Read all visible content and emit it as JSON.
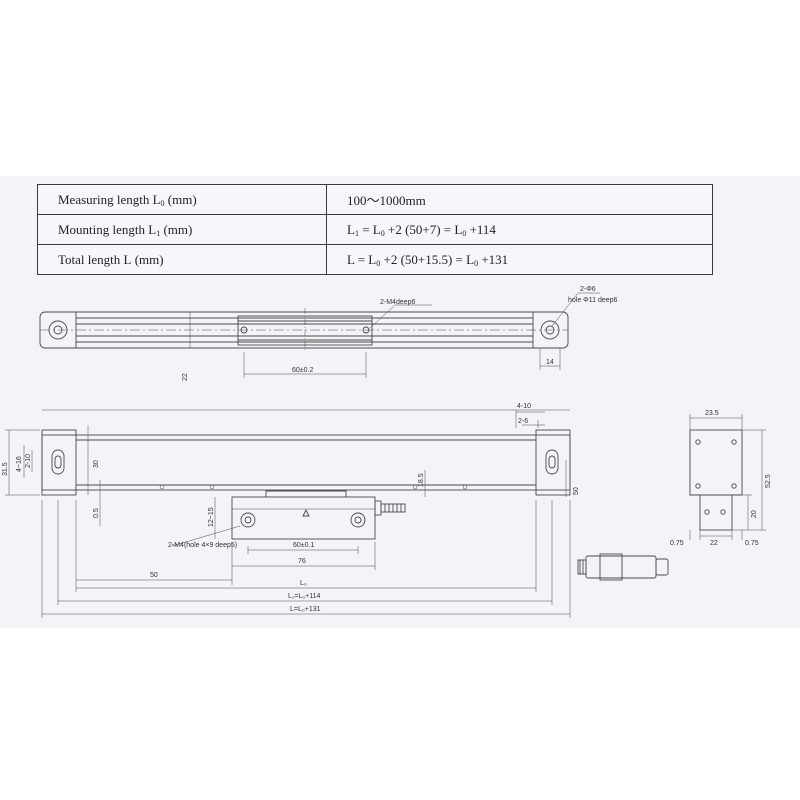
{
  "table": {
    "rows": [
      {
        "label_main": "Measuring length L",
        "label_sub": "0",
        "label_unit": " (mm)",
        "value": "100～1000mm"
      },
      {
        "label_main": "Mounting length L",
        "label_sub": "1",
        "label_unit": " (mm)",
        "value_parts": [
          "L",
          "1",
          " = L",
          "0",
          " +2 (50+7) = L",
          "0",
          " +114"
        ]
      },
      {
        "label_main": "Total length L",
        "label_sub": "",
        "label_unit": " (mm)",
        "value_parts": [
          "L = L",
          "0",
          " +2 (50+15.5) = L",
          "0",
          " +131"
        ]
      }
    ]
  },
  "drawing": {
    "top_view": {
      "callout_m4": "2-M4deep6",
      "callout_hole_1": "2-Φ6",
      "callout_hole_2": "hole Φ11 deep6",
      "dim_22": "22",
      "dim_60": "60±0.2",
      "dim_14": "14"
    },
    "front_view": {
      "dim_4_10": "4-10",
      "dim_2_6": "2-6",
      "dim_31_5": "31.5",
      "dim_4_16": "4~16",
      "dim_2_10": "2-10",
      "dim_30": "30",
      "dim_0_5": "0.5",
      "dim_12_15": "12~15",
      "dim_18_5": "18.5",
      "dim_50v": "50",
      "dim_76": "76",
      "dim_60s": "60±0.1",
      "callout_bottom": "2-M4(hole 4×9 deep5)",
      "dim_50": "50",
      "dim_L0": "L₀",
      "dim_L1": "L₁=L₀+114",
      "dim_L": "L=L₀+131"
    },
    "side_view": {
      "dim_23_5": "23.5",
      "dim_52_5": "52.5",
      "dim_20": "20",
      "dim_0_75a": "0.75",
      "dim_22": "22",
      "dim_0_75b": "0.75"
    }
  },
  "colors": {
    "sheet": "#f4f3f8",
    "line": "#4a4a4a"
  }
}
